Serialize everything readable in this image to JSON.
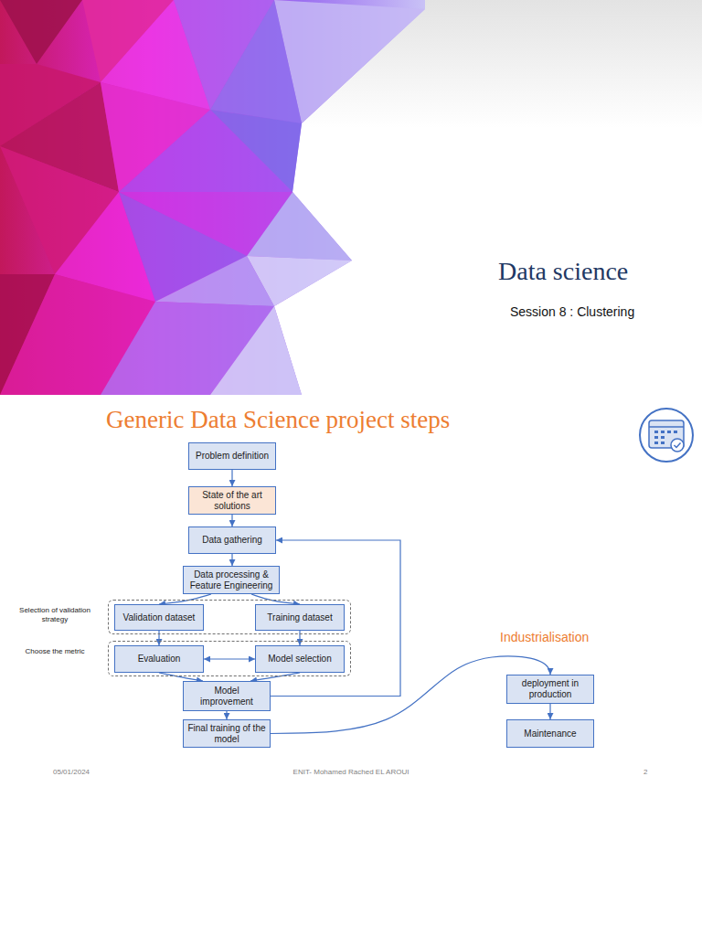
{
  "diagram": {
    "title": "Generic Data Science project steps",
    "nodes": [
      {
        "text": [
          "Problem definition"
        ]
      },
      {
        "text": [
          "State of the art solutions"
        ]
      },
      {
        "text": [
          "Data gathering"
        ]
      },
      {
        "text": [
          "Data processing & Feature Engineering"
        ]
      },
      {
        "text": [
          "Selection of validation strategy"
        ]
      },
      {
        "text": [
          "Validation dataset"
        ],
        "in": 4
      },
      {
        "text": [
          "Training dataset"
        ],
        "in": 4
      },
      {
        "text": [
          "Choose the metric"
        ]
      },
      {
        "text": [
          "Evaluation"
        ],
        "in": 7
      },
      {
        "text": [
          "Model selection"
        ],
        "in": 7
      },
      {
        "text": [
          "Model improvement"
        ]
      },
      {
        "text": [
          "Final training of the model"
        ]
      },
      {
        "text": [
          "deployment in production"
        ]
      },
      {
        "text": [
          "Maintenance"
        ]
      }
    ],
    "edges": [
      {
        "from": 0,
        "to": 1,
        "arrow": "to"
      },
      {
        "from": 1,
        "to": 2,
        "arrow": "to"
      },
      {
        "from": 2,
        "to": 3,
        "arrow": "to"
      },
      {
        "from": 3,
        "to": 5,
        "arrow": "to"
      },
      {
        "from": 3,
        "to": 6,
        "arrow": "to"
      },
      {
        "from": 5,
        "to": 8,
        "arrow": "to"
      },
      {
        "from": 6,
        "to": 9,
        "arrow": "to"
      },
      {
        "from": 8,
        "to": 9,
        "arrow": "both"
      },
      {
        "from": 8,
        "to": 10,
        "arrow": "to"
      },
      {
        "from": 9,
        "to": 10,
        "arrow": "to"
      },
      {
        "from": 10,
        "to": 2,
        "arrow": "to"
      },
      {
        "from": 10,
        "to": 11,
        "arrow": "to"
      },
      {
        "from": 11,
        "to": 12,
        "arrow": "to"
      },
      {
        "from": 12,
        "to": 13,
        "arrow": "to"
      }
    ],
    "labels": [
      "Data science",
      "Session 8 : Clustering",
      "Industrialisation",
      "05/01/2024",
      "ENIT- Mohamed Rached EL AROUI",
      "2"
    ]
  }
}
